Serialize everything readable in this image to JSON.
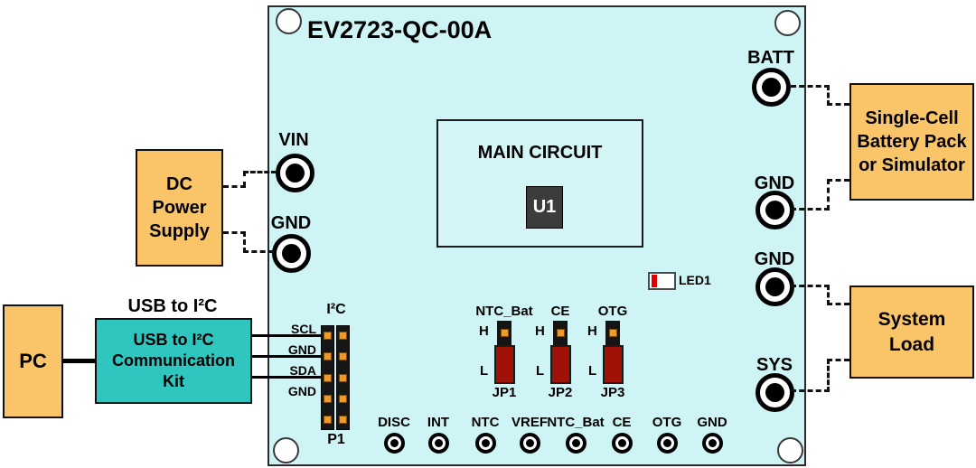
{
  "board": {
    "title": "EV2723-QC-00A"
  },
  "terminals": {
    "vin": "VIN",
    "gnd_left": "GND",
    "batt": "BATT",
    "gnd_right_top": "GND",
    "gnd_right_mid": "GND",
    "sys": "SYS"
  },
  "main_circuit": {
    "title": "MAIN CIRCUIT",
    "chip": "U1"
  },
  "led1": {
    "label": "LED1"
  },
  "i2c_header": {
    "title": "I²C",
    "designator": "P1",
    "row_labels": [
      "SCL",
      "GND",
      "SDA",
      "GND"
    ]
  },
  "jumpers": [
    {
      "signal": "NTC_Bat",
      "high": "H",
      "low": "L",
      "designator": "JP1"
    },
    {
      "signal": "CE",
      "high": "H",
      "low": "L",
      "designator": "JP2"
    },
    {
      "signal": "OTG",
      "high": "H",
      "low": "L",
      "designator": "JP3"
    }
  ],
  "test_points": [
    "DISC",
    "INT",
    "NTC",
    "VREF",
    "NTC_Bat",
    "CE",
    "OTG",
    "GND"
  ],
  "external": {
    "dc_supply": {
      "lines": [
        "DC",
        "Power",
        "Supply"
      ]
    },
    "pc": {
      "label": "PC"
    },
    "usb_kit": {
      "caption": "USB to I²C",
      "lines": [
        "USB to I²C",
        "Communication",
        "Kit"
      ]
    },
    "battery": {
      "lines": [
        "Single-Cell",
        "Battery Pack",
        "or Simulator"
      ]
    },
    "system_load": {
      "lines": [
        "System",
        "Load"
      ]
    }
  },
  "colors": {
    "board_fill": "#CFF4F5",
    "external_box_fill": "#FAC469",
    "kit_box_fill": "#2EC6BE",
    "jumper_cap_red": "#A01108",
    "pin_orange": "#F09A2B",
    "led_red": "#E00000",
    "chip_gray": "#3C3C3C"
  }
}
